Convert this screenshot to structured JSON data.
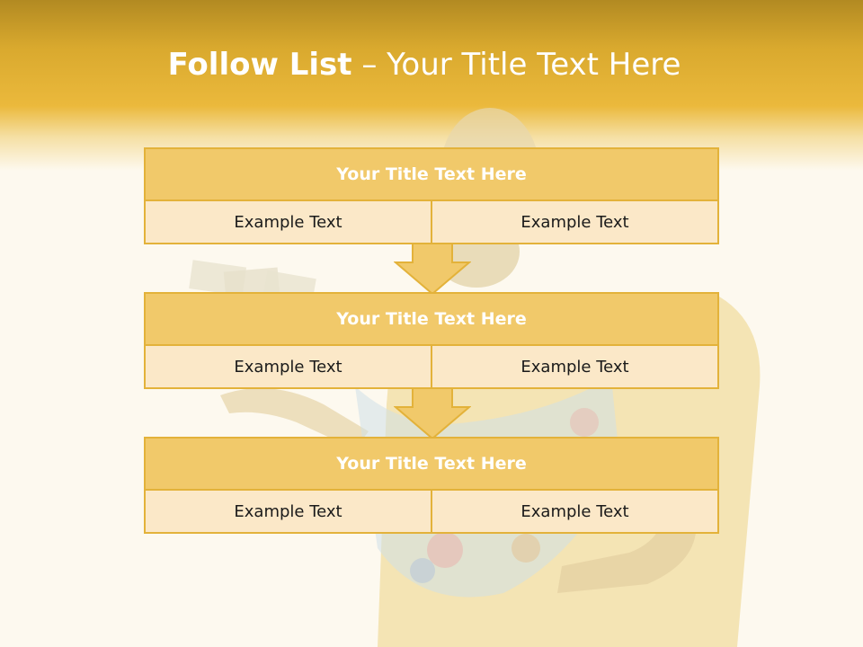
{
  "title": {
    "bold": "Follow List",
    "rest": "– Your Title Text Here"
  },
  "boxes": [
    {
      "title": "Your Title Text Here",
      "left": "Example Text",
      "right": "Example Text"
    },
    {
      "title": "Your Title Text Here",
      "left": "Example Text",
      "right": "Example Text"
    },
    {
      "title": "Your Title Text Here",
      "left": "Example Text",
      "right": "Example Text"
    }
  ],
  "colors": {
    "header_dark": "#b28a22",
    "header_gold": "#ebb93c",
    "box_title": "#f1c96a",
    "box_body": "#fbe8c8",
    "border": "#e3b23a",
    "background": "#fdf9ef"
  }
}
